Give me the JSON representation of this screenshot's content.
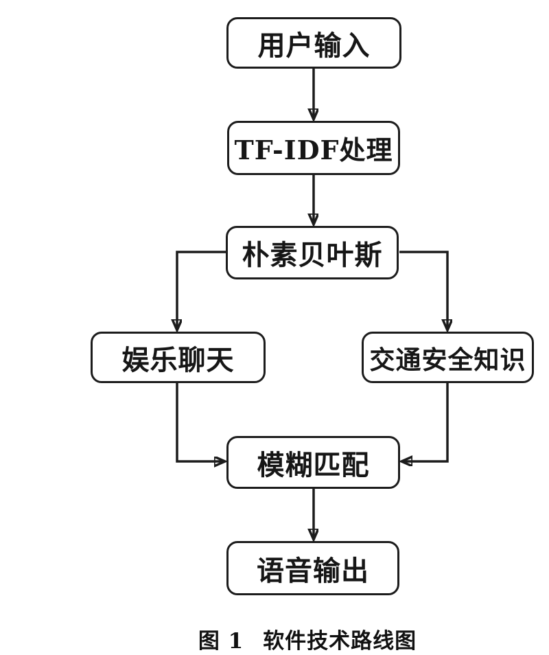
{
  "diagram": {
    "colors": {
      "background": "#ffffff",
      "line": "#1c1c1c",
      "node_fill": "#ffffff",
      "node_border": "#1c1c1c",
      "text": "#161616"
    },
    "nodes": [
      {
        "id": "user-input",
        "label": "用户输入"
      },
      {
        "id": "tfidf-processing",
        "label": "TF-IDF处理"
      },
      {
        "id": "naive-bayes",
        "label": "朴素贝叶斯"
      },
      {
        "id": "entertainment-chat",
        "label": "娱乐聊天"
      },
      {
        "id": "traffic-safety-knowledge",
        "label": "交通安全知识"
      },
      {
        "id": "fuzzy-matching",
        "label": "模糊匹配"
      },
      {
        "id": "voice-output",
        "label": "语音输出"
      }
    ],
    "edges": [
      {
        "from": "user-input",
        "to": "tfidf-processing"
      },
      {
        "from": "tfidf-processing",
        "to": "naive-bayes"
      },
      {
        "from": "naive-bayes",
        "to": "entertainment-chat"
      },
      {
        "from": "naive-bayes",
        "to": "traffic-safety-knowledge"
      },
      {
        "from": "entertainment-chat",
        "to": "fuzzy-matching"
      },
      {
        "from": "traffic-safety-knowledge",
        "to": "fuzzy-matching"
      },
      {
        "from": "fuzzy-matching",
        "to": "voice-output"
      }
    ],
    "caption": {
      "figure": "图 1",
      "text": "软件技术路线图"
    }
  }
}
